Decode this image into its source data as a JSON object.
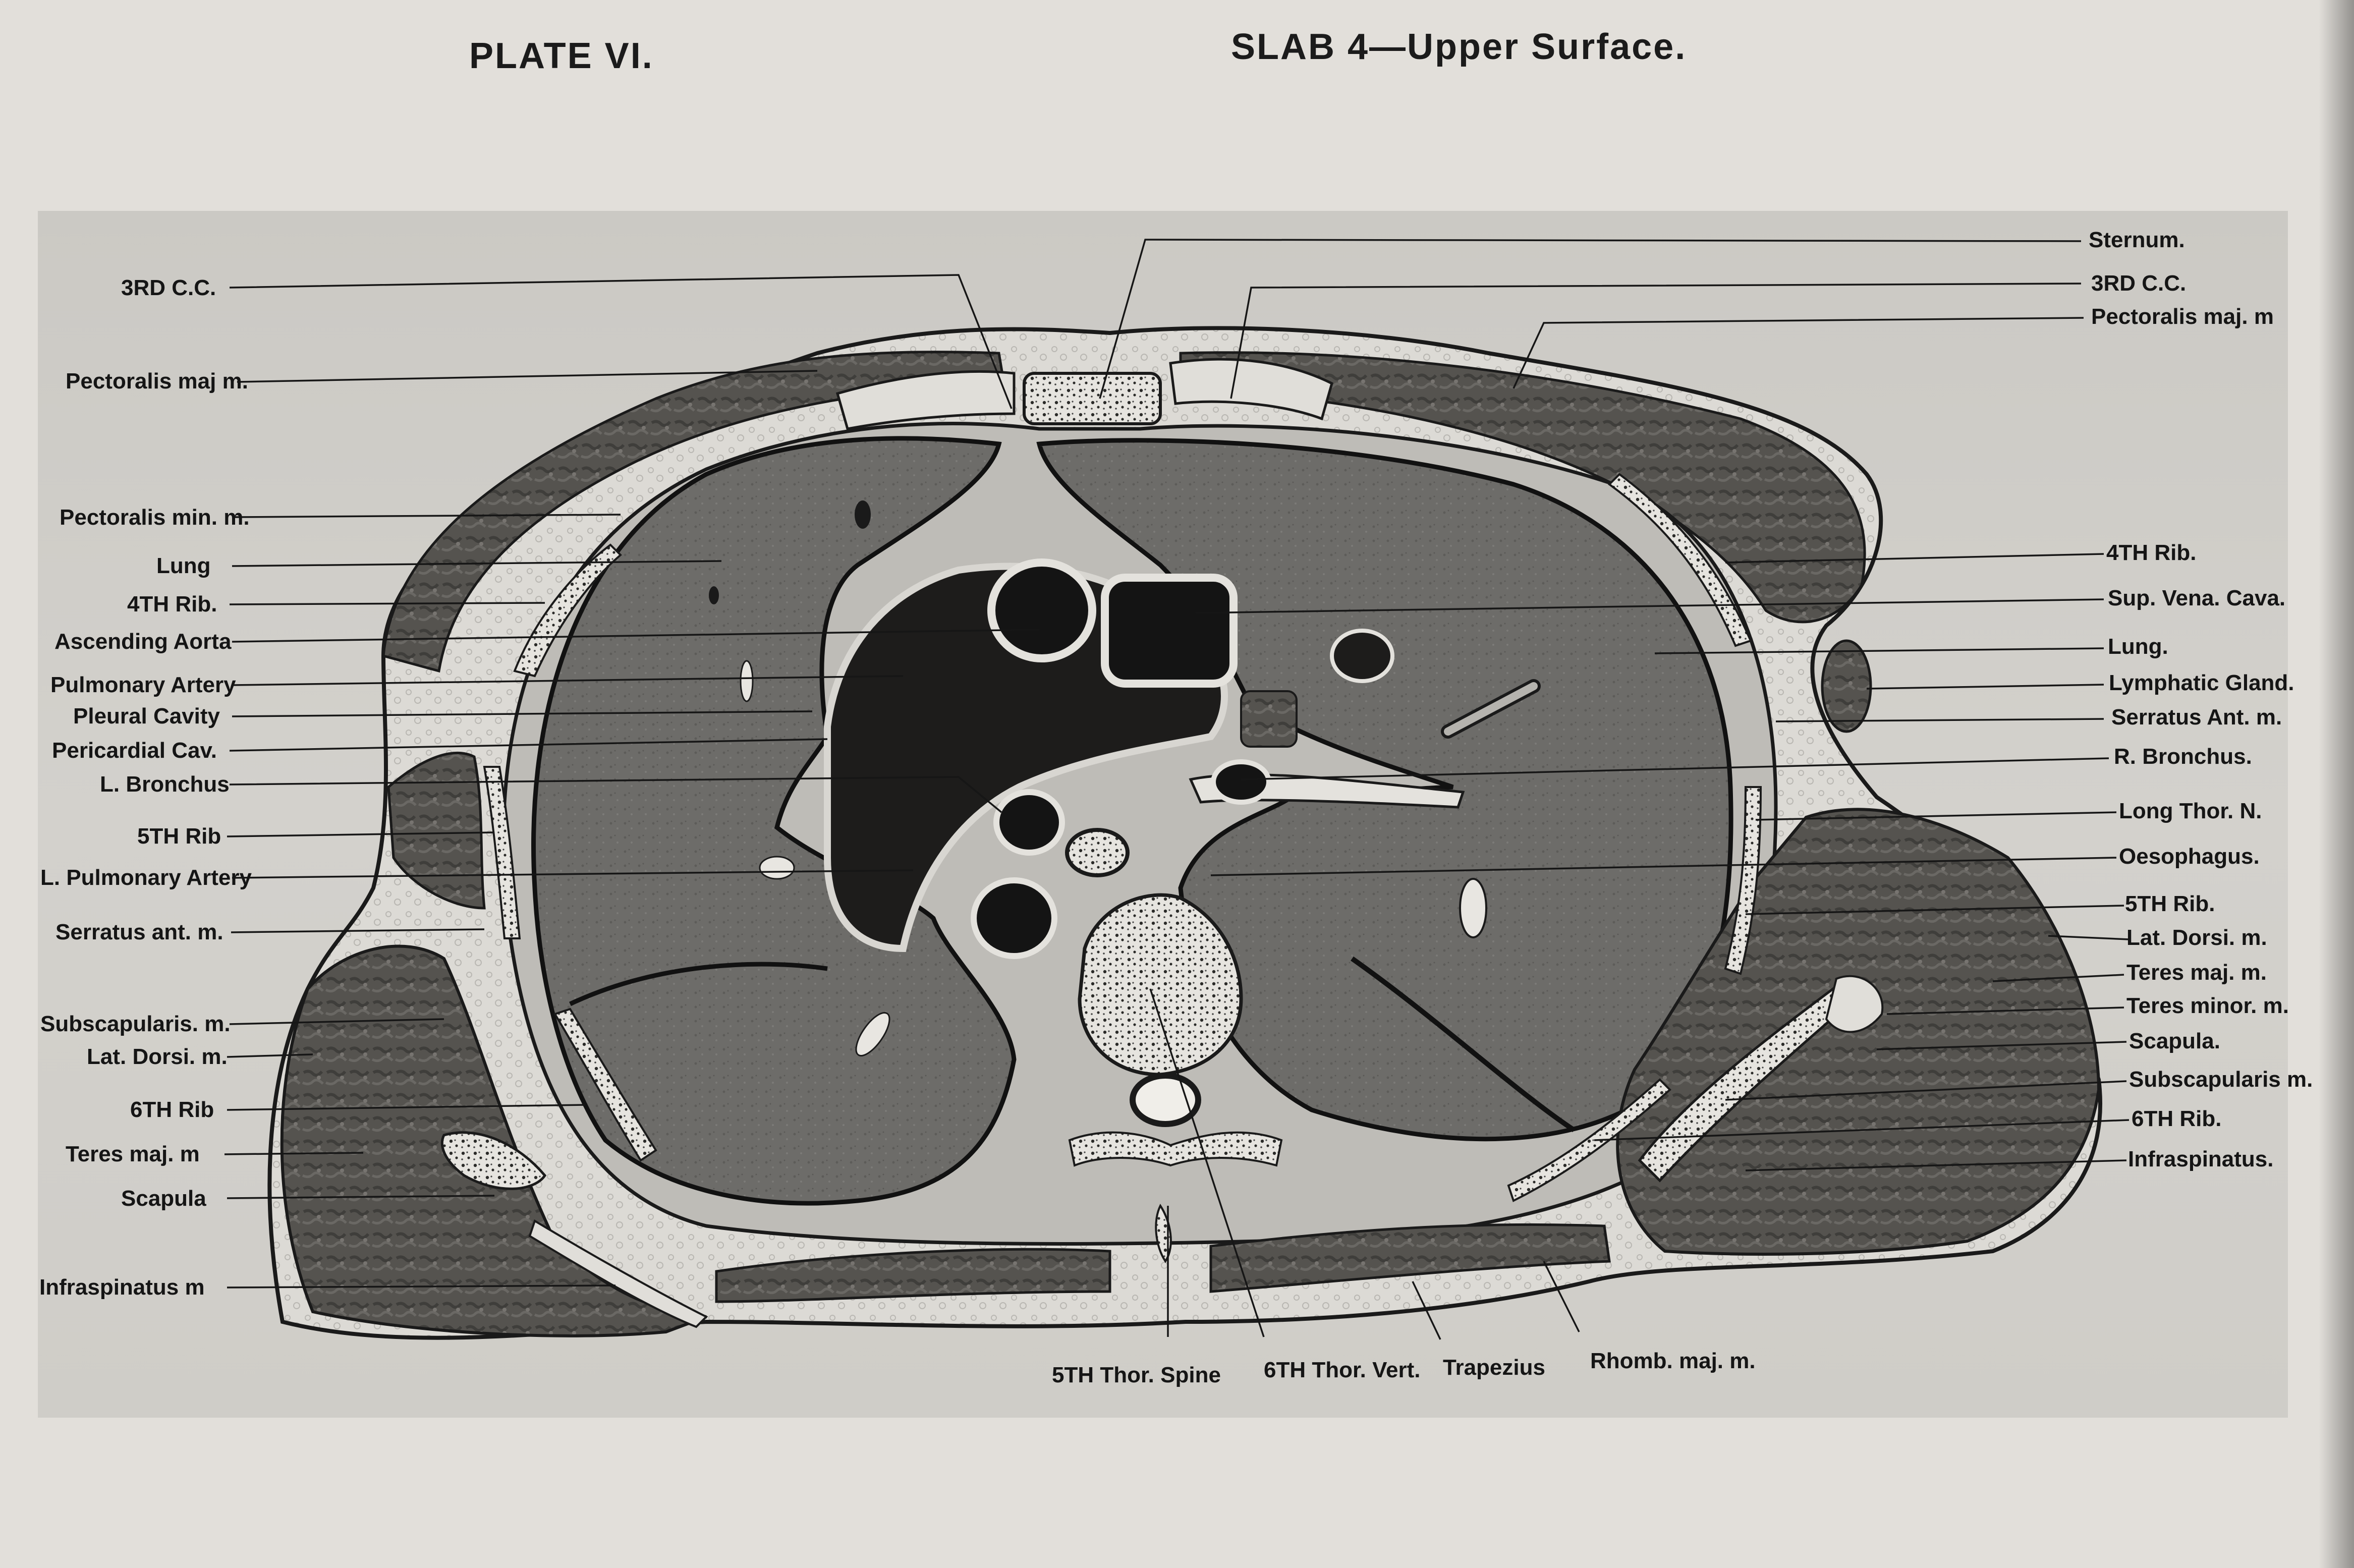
{
  "header": {
    "plate": "PLATE VI.",
    "slab": "SLAB 4—Upper Surface."
  },
  "labels_left": [
    "3RD C.C.",
    "Pectoralis maj m.",
    "Pectoralis min. m.",
    "Lung",
    "4TH Rib.",
    "Ascending Aorta",
    "Pulmonary Artery",
    "Pleural Cavity",
    "Pericardial Cav.",
    "L. Bronchus",
    "5TH Rib",
    "L. Pulmonary Artery",
    "Serratus ant. m.",
    "Subscapularis. m.",
    "Lat. Dorsi. m.",
    "6TH Rib",
    "Teres maj. m",
    "Scapula",
    "Infraspinatus m"
  ],
  "labels_right": [
    "Sternum.",
    "3RD C.C.",
    "Pectoralis maj. m",
    "4TH Rib.",
    "Sup. Vena. Cava.",
    "Lung.",
    "Lymphatic Gland.",
    "Serratus Ant. m.",
    "R. Bronchus.",
    "Long Thor. N.",
    "Oesophagus.",
    "5TH Rib.",
    "Lat. Dorsi. m.",
    "Teres maj. m.",
    "Teres minor. m.",
    "Scapula.",
    "Subscapularis m.",
    "6TH Rib.",
    "Infraspinatus."
  ],
  "labels_bottom": [
    "5TH Thor. Spine",
    "6TH Thor. Vert.",
    "Trapezius",
    "Rhomb. maj. m."
  ],
  "colors": {
    "background": "#e2dfda",
    "panel": "#cfcdc8",
    "tissue_dark": "#4c4b49",
    "tissue_lung": "#6b6a67",
    "bone_light": "#e8e6e1",
    "ink": "#151515"
  }
}
